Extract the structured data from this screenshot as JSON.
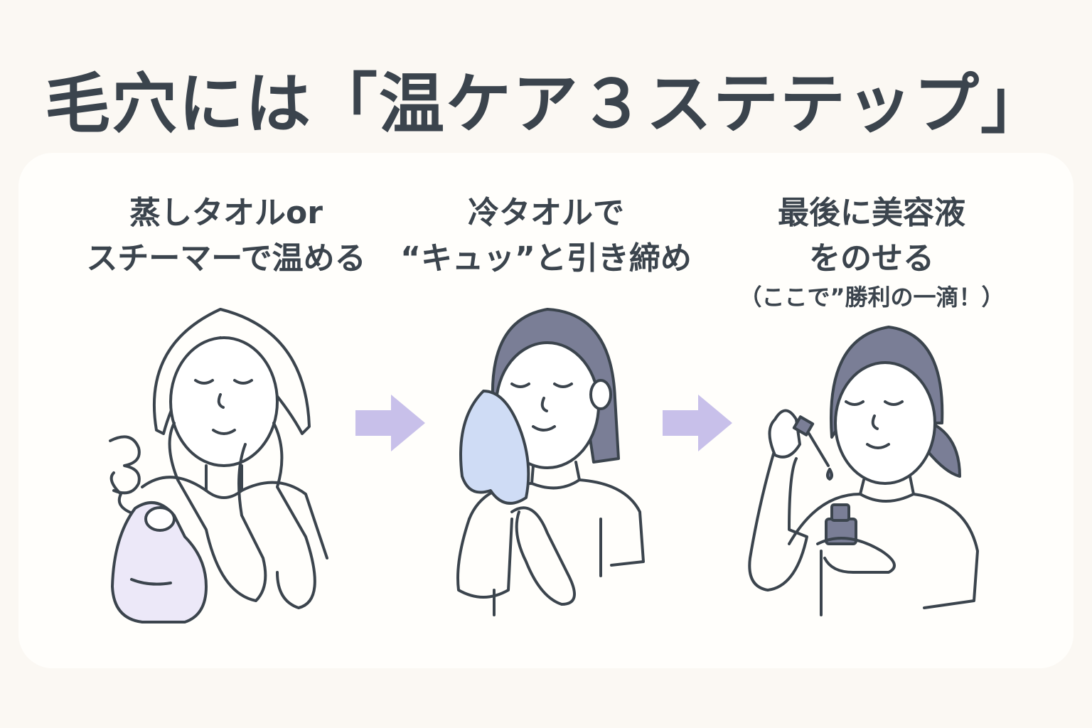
{
  "title": "毛穴には「温ケア３ステテップ」",
  "colors": {
    "text": "#3b444d",
    "arrow": "#c8c0ea",
    "hair": "#7a7e96",
    "towel": "#cfdcf5",
    "steamer": "#ece8f8",
    "background": "#fbf8f3"
  },
  "steps": [
    {
      "line1": "蒸しタオルor",
      "line2": "スチーマーで温める",
      "icon": "steamer-woman"
    },
    {
      "line1": "冷タオルで",
      "line2": "“キュッ”と引き締め",
      "icon": "towel-woman"
    },
    {
      "line1": "最後に美容液",
      "line2": "をのせる",
      "note": "（ここで”勝利の一滴！）",
      "icon": "serum-woman"
    }
  ],
  "arrows": [
    "arrow-right",
    "arrow-right"
  ]
}
